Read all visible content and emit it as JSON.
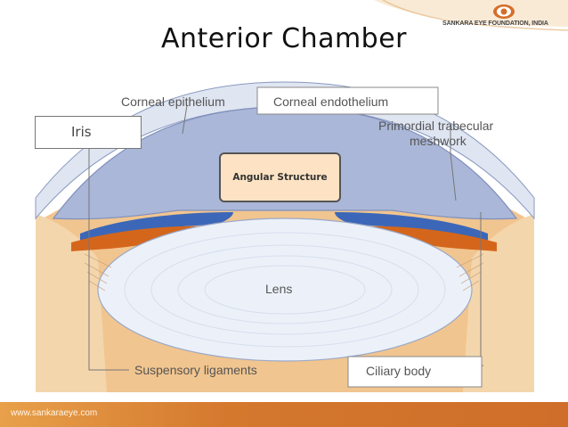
{
  "title": "Anterior Chamber",
  "logo": {
    "text": "SANKARA EYE FOUNDATION, INDIA"
  },
  "footer": {
    "url": "www.sankaraeye.com"
  },
  "labels": {
    "iris": "Iris",
    "angular_structure": "Angular Structure",
    "corneal_epithelium": "Corneal epithelium",
    "corneal_endothelium": "Corneal endothelium",
    "primordial_line1": "Primordial trabecular",
    "primordial_line2": "meshwork",
    "lens": "Lens",
    "suspensory_ligaments": "Suspensory ligaments",
    "ciliary_body": "Ciliary body"
  },
  "colors": {
    "cornea_fill": "#aab7d8",
    "lens_fill": "#ecf1f9",
    "iris_blue": "#3c67b8",
    "iris_orange": "#d4661c",
    "sclera_orange": "#f1c58f",
    "accent": "#d46f2a",
    "angular_box_fill": "#fde3c3"
  }
}
